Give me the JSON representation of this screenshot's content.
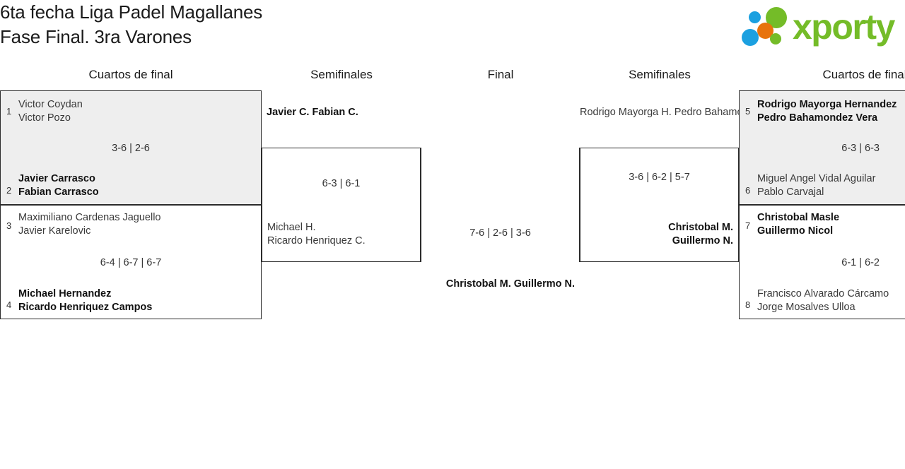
{
  "header": {
    "title_line1": "6ta fecha Liga Padel Magallanes",
    "title_line2": "Fase Final. 3ra Varones",
    "logo_word": "xporty",
    "logo_colors": {
      "green": "#74bc28",
      "blue": "#1ba0e0",
      "orange": "#e8730c"
    }
  },
  "rounds": [
    {
      "label": "Cuartos de final"
    },
    {
      "label": "Semifinales"
    },
    {
      "label": "Final"
    },
    {
      "label": "Semifinales"
    },
    {
      "label": "Cuartos de final"
    }
  ],
  "bracket": {
    "left_quarterfinals": [
      {
        "shaded": true,
        "score": "3-6 | 2-6",
        "top": {
          "seed": "1",
          "p1": "Victor Coydan",
          "p2": "Victor Pozo",
          "winner": false
        },
        "bottom": {
          "seed": "2",
          "p1": "Javier Carrasco",
          "p2": "Fabian Carrasco",
          "winner": true
        }
      },
      {
        "shaded": false,
        "score": "6-4 | 6-7 | 6-7",
        "top": {
          "seed": "3",
          "p1": "Maximiliano Cardenas Jaguello",
          "p2": "Javier Karelovic",
          "winner": false
        },
        "bottom": {
          "seed": "4",
          "p1": "Michael Hernandez",
          "p2": "Ricardo Henriquez Campos",
          "winner": true
        }
      }
    ],
    "left_semifinal": {
      "score": "6-3 | 6-1",
      "top": {
        "p1": "Javier C.",
        "p2": "Fabian C.",
        "winner": true
      },
      "bottom": {
        "p1": "Michael H.",
        "p2": "Ricardo Henriquez C.",
        "winner": false
      }
    },
    "final": {
      "score": "7-6 | 2-6 | 3-6",
      "left": {
        "p1": "Javier C.",
        "p2": "Fabian C.",
        "winner": false
      },
      "right": {
        "p1": "Christobal M.",
        "p2": "Guillermo N.",
        "winner": true
      }
    },
    "right_semifinal": {
      "score": "3-6 | 6-2 | 5-7",
      "top": {
        "p1": "Rodrigo Mayorga H.",
        "p2": "Pedro Bahamondez V.",
        "winner": false
      },
      "bottom": {
        "p1": "Christobal M.",
        "p2": "Guillermo N.",
        "winner": true
      }
    },
    "right_quarterfinals": [
      {
        "shaded": true,
        "score": "6-3 | 6-3",
        "top": {
          "seed": "5",
          "p1": "Rodrigo Mayorga Hernandez",
          "p2": "Pedro Bahamondez Vera",
          "winner": true
        },
        "bottom": {
          "seed": "6",
          "p1": "Miguel Angel Vidal Aguilar",
          "p2": "Pablo Carvajal",
          "winner": false
        }
      },
      {
        "shaded": false,
        "score": "6-1 | 6-2",
        "top": {
          "seed": "7",
          "p1": "Christobal Masle",
          "p2": "Guillermo Nicol",
          "winner": true
        },
        "bottom": {
          "seed": "8",
          "p1": "Francisco Alvarado Cárcamo",
          "p2": "Jorge Mosalves Ulloa",
          "winner": false
        }
      }
    ]
  }
}
